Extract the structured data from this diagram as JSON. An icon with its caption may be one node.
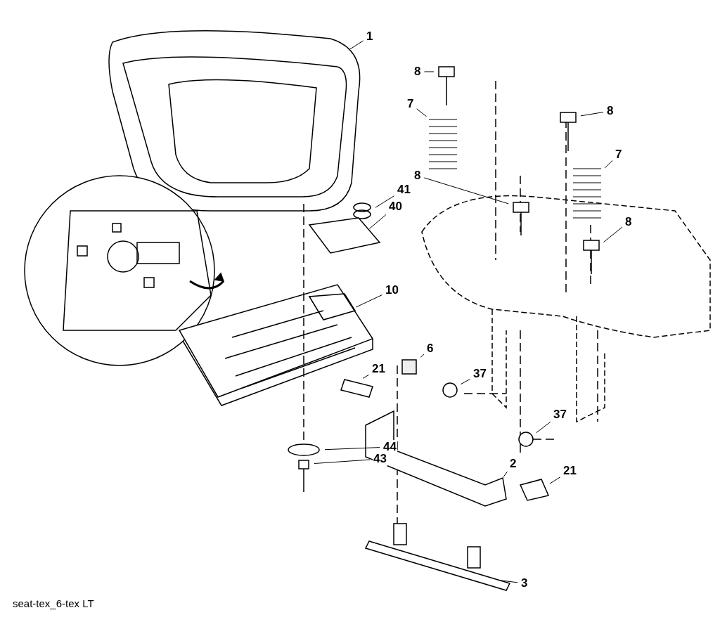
{
  "diagram": {
    "nodes": [
      {
        "text": [
          "1"
        ]
      },
      {
        "text": [
          "8"
        ]
      },
      {
        "text": [
          "8"
        ]
      },
      {
        "text": [
          "7"
        ]
      },
      {
        "text": [
          "8"
        ]
      },
      {
        "text": [
          "7"
        ]
      },
      {
        "text": [
          "8"
        ]
      },
      {
        "text": [
          "41"
        ]
      },
      {
        "text": [
          "40"
        ]
      },
      {
        "text": [
          "10"
        ]
      },
      {
        "text": [
          "21"
        ]
      },
      {
        "text": [
          "6"
        ]
      },
      {
        "text": [
          "37"
        ]
      },
      {
        "text": [
          "37"
        ]
      },
      {
        "text": [
          "44"
        ]
      },
      {
        "text": [
          "43"
        ]
      },
      {
        "text": [
          "2"
        ]
      },
      {
        "text": [
          "21"
        ]
      },
      {
        "text": [
          "3"
        ]
      }
    ],
    "edges": [
      {
        "from": 0,
        "to": null,
        "arrow": "none"
      },
      {
        "from": 1,
        "to": null,
        "arrow": "none"
      },
      {
        "from": 2,
        "to": null,
        "arrow": "none"
      },
      {
        "from": 3,
        "to": null,
        "arrow": "none"
      },
      {
        "from": 4,
        "to": null,
        "arrow": "none"
      },
      {
        "from": 5,
        "to": null,
        "arrow": "none"
      },
      {
        "from": 6,
        "to": null,
        "arrow": "none"
      },
      {
        "from": 7,
        "to": null,
        "arrow": "none"
      },
      {
        "from": 8,
        "to": null,
        "arrow": "none"
      },
      {
        "from": 9,
        "to": null,
        "arrow": "none"
      },
      {
        "from": 10,
        "to": null,
        "arrow": "none"
      },
      {
        "from": 11,
        "to": null,
        "arrow": "none"
      },
      {
        "from": 12,
        "to": null,
        "arrow": "none"
      },
      {
        "from": 13,
        "to": null,
        "arrow": "none"
      },
      {
        "from": 14,
        "to": null,
        "arrow": "none"
      },
      {
        "from": 15,
        "to": null,
        "arrow": "none"
      },
      {
        "from": 16,
        "to": null,
        "arrow": "none"
      },
      {
        "from": 17,
        "to": null,
        "arrow": "none"
      },
      {
        "from": 18,
        "to": null,
        "arrow": "none"
      }
    ],
    "labels": [
      "seat-tex_6-tex LT"
    ]
  }
}
